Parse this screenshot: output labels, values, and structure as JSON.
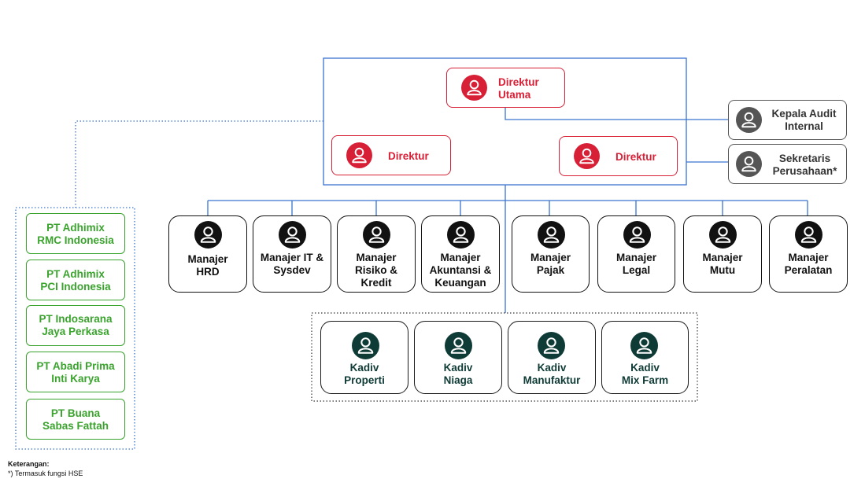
{
  "chart": {
    "direktur_utama": "Direktur\nUtama",
    "direktur_left": "Direktur",
    "direktur_right": "Direktur",
    "kepala_audit": "Kepala Audit\nInternal",
    "sekretaris": "Sekretaris\nPerusahaan*",
    "managers": [
      "Manajer\nHRD",
      "Manajer IT &\nSysdev",
      "Manajer\nRisiko &\nKredit",
      "Manajer\nAkuntansi &\nKeuangan",
      "Manajer\nPajak",
      "Manajer\nLegal",
      "Manajer\nMutu",
      "Manajer\nPeralatan"
    ],
    "kadiv": [
      "Kadiv\nProperti",
      "Kadiv\nNiaga",
      "Kadiv\nManufaktur",
      "Kadiv\nMix Farm"
    ],
    "subsidiaries": [
      "PT Adhimix\nRMC Indonesia",
      "PT Adhimix\nPCI Indonesia",
      "PT Indosarana\nJaya Perkasa",
      "PT Abadi Prima\nInti Karya",
      "PT Buana\nSabas Fattah"
    ]
  },
  "note": {
    "title": "Keterangan:",
    "text": "*) Termasuk fungsi HSE"
  },
  "colors": {
    "red": "#d71f36",
    "grey": "#555555",
    "black": "#111111",
    "teal": "#0f3b36",
    "green": "#3aa32d",
    "line": "#3b74d1"
  }
}
